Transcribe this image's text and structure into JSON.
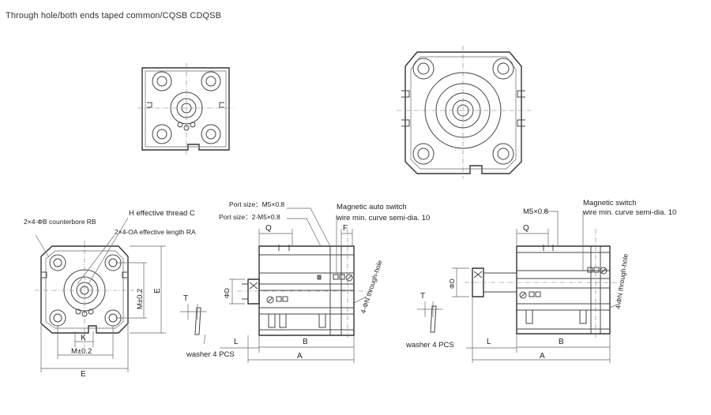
{
  "title": "Through hole/both ends taped common/CQSB    CDQSB",
  "labels": {
    "counterbore": "2×4-ΦB counterbore RB",
    "thread": "H effective thread C",
    "effective_length": "2×4-OA effective length RA",
    "port_m5": "Port size：M5×0.8",
    "port_2m5": "Port size：2-M5×0.8",
    "mag_auto": "Magnetic auto switch",
    "wire1": "wire min. curve semi-dia. 10",
    "mag_switch": "Magnetic switch",
    "wire2": "wire min. curve semi-dia. 10",
    "m5_right": "M5×0.8",
    "through_hole1": "4-ΦN through-hole",
    "through_hole2": "4-ΦN through-hole",
    "washer1": "washer 4 PCS",
    "washer2": "washer 4 PCS",
    "dim_Q1": "Q",
    "dim_F": "F",
    "dim_Q2": "Q",
    "dim_T1": "T",
    "dim_T2": "T",
    "dim_D1": "ΦD",
    "dim_D2": "ΦD",
    "dim_L1": "L",
    "dim_L2": "L",
    "dim_B1": "B",
    "dim_B2": "B",
    "dim_A1": "A",
    "dim_A2": "A",
    "dim_K": "K",
    "dim_M_h": "M±0.2",
    "dim_E_h": "E",
    "dim_M_v": "M±0.2",
    "dim_E_v": "E"
  }
}
